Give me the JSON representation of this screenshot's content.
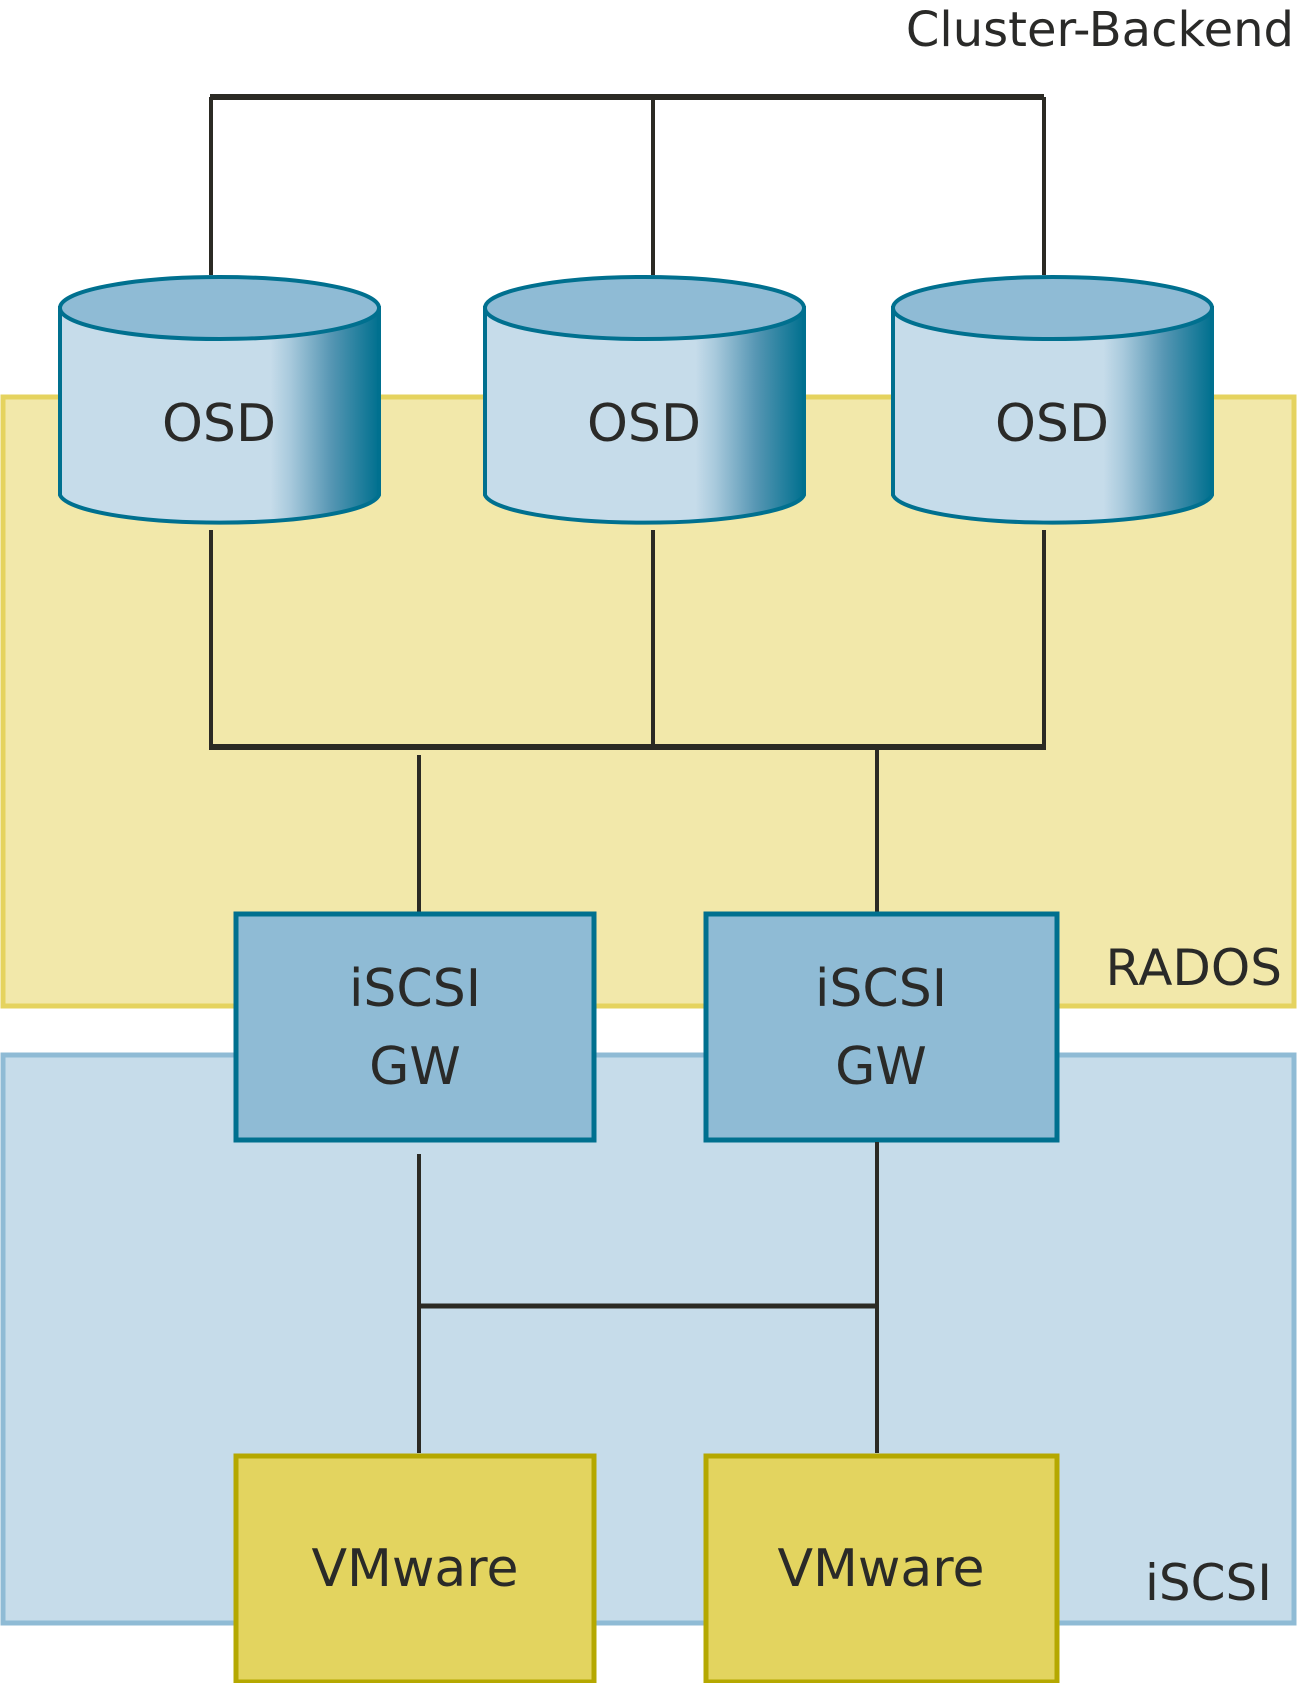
{
  "diagram": {
    "cluster_backend_label": "Cluster-Backend",
    "zones": {
      "rados": {
        "label": "RADOS",
        "fill": "#f2e8aa",
        "border": "#e5d35f"
      },
      "iscsi": {
        "label": "iSCSI",
        "fill": "#c6dcea",
        "border": "#8fbbd5"
      }
    },
    "osds": [
      {
        "label": "OSD"
      },
      {
        "label": "OSD"
      },
      {
        "label": "OSD"
      }
    ],
    "gateways": [
      {
        "line1": "iSCSI",
        "line2": "GW"
      },
      {
        "line1": "iSCSI",
        "line2": "GW"
      }
    ],
    "hosts": [
      {
        "label": "VMware"
      },
      {
        "label": "VMware"
      }
    ],
    "colors": {
      "line": "#2b2a24",
      "osd_body": "#c6dcea",
      "osd_top": "#8fbbd5",
      "osd_stroke": "#00708f",
      "gw_fill": "#8fbbd5",
      "gw_stroke": "#00708f",
      "host_fill": "#e3d45f",
      "host_stroke": "#b5a800"
    }
  }
}
